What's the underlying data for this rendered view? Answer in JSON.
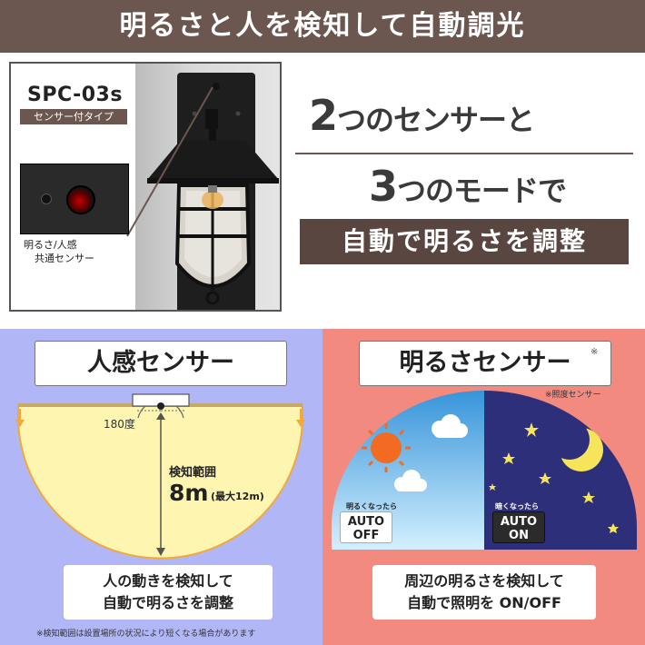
{
  "header": {
    "title": "明るさと人を検知して自動調光"
  },
  "product": {
    "model": "SPC-03s",
    "tag": "センサー付タイプ",
    "sensor_label_1": "明るさ/人感",
    "sensor_label_2": "共通センサー"
  },
  "headline": {
    "line1_num": "2",
    "line1_text": "つのセンサーと",
    "line2_num": "3",
    "line2_text": "つのモードで",
    "adjust": "自動で明るさを調整"
  },
  "motion_sensor": {
    "title": "人感センサー",
    "angle": "180度",
    "range_label": "検知範囲",
    "range_value": "8m",
    "range_max": "(最大12m)",
    "caption_1": "人の動きを検知して",
    "caption_2": "自動で明るさを調整",
    "footnote": "※検知範囲は設置場所の状況により短くなる場合があります"
  },
  "light_sensor": {
    "title": "明るさセンサー",
    "title_mark": "※",
    "note": "※照度センサー",
    "day_label": "明るくなったら",
    "day_mode_1": "AUTO",
    "day_mode_2": "OFF",
    "night_label": "暗くなったら",
    "night_mode_1": "AUTO",
    "night_mode_2": "ON",
    "caption_1": "周辺の明るさを検知して",
    "caption_2": "自動で照明を ON/OFF"
  },
  "colors": {
    "header_bg": "#6b5650",
    "motion_bg": "#b1b6f7",
    "light_bg": "#f38a80",
    "range_fill": "#fdf5b0",
    "night_sky": "#2e2f7a",
    "day_sky": "#6cc3ee"
  }
}
